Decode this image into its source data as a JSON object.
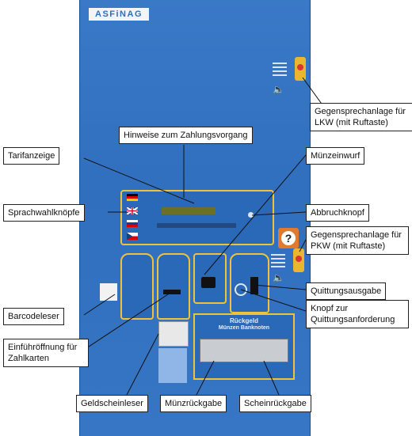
{
  "machine": {
    "brand": "ASFiNAG",
    "refund_header": "Rückgeld",
    "refund_sub": "Münzen Banknoten"
  },
  "labels": {
    "lkw_intercom": "Gegensprechanlage für LKW (mit Ruftaste)",
    "payment_hints": "Hinweise zum Zahlungsvorgang",
    "tariff_display": "Tarifanzeige",
    "coin_slot": "Münzeinwurf",
    "language_buttons": "Sprachwahlknöpfe",
    "cancel_button": "Abbruchknopf",
    "pkw_intercom": "Gegensprechanlage für PKW (mit Ruftaste)",
    "receipt_output": "Quittungsausgabe",
    "barcode_reader": "Barcodeleser",
    "receipt_request": "Knopf zur Quittungsanforderung",
    "card_slot": "Einführöffnung für Zahlkarten",
    "banknote_reader": "Geldscheinleser",
    "coin_return": "Münzrückgabe",
    "note_return": "Scheinrückgabe"
  },
  "colors": {
    "machine_blue": "#2f6fbe",
    "accent_yellow": "#f0c23b",
    "intercom_orange": "#e07a2e"
  }
}
